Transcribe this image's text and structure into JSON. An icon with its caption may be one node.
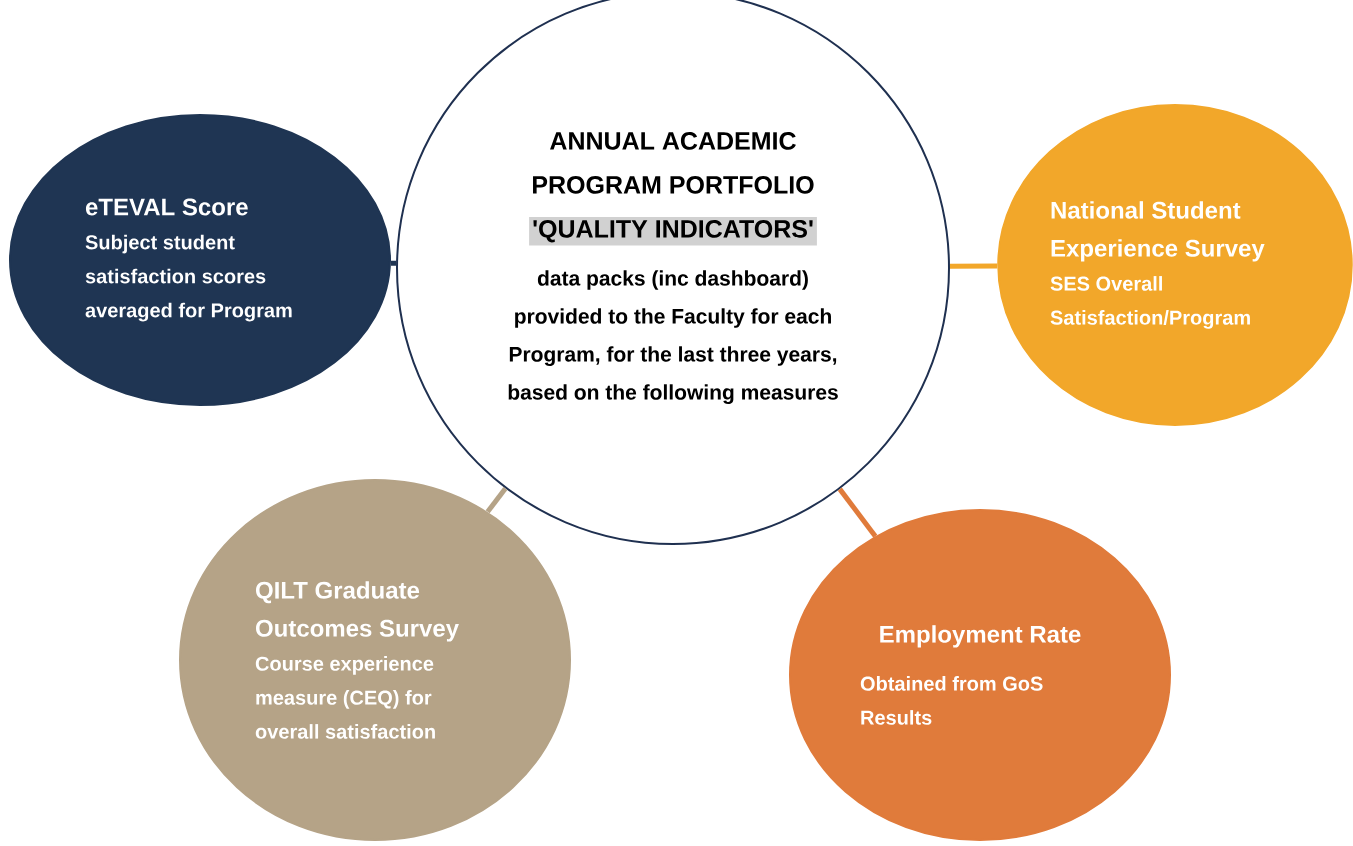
{
  "diagram": {
    "nodes": [
      {
        "text": [
          "ANNUAL ACADEMIC PROGRAM PORTFOLIO",
          "'QUALITY INDICATORS'",
          "data packs (inc dashboard) provided to the Faculty for each Program, for the last three years, based on the following measures"
        ]
      },
      {
        "text": [
          "eTEVAL Score",
          "Subject student satisfaction scores averaged for Program"
        ]
      },
      {
        "text": [
          "National Student Experience Survey",
          "SES Overall Satisfaction/Program"
        ]
      },
      {
        "text": [
          "QILT Graduate Outcomes Survey",
          "Course experience measure (CEQ) for overall satisfaction"
        ]
      },
      {
        "text": [
          "Employment Rate",
          "Obtained from GoS Results"
        ]
      }
    ],
    "edges": [
      {
        "from": 0,
        "to": 1,
        "arrow": "none",
        "color": "#1f3553"
      },
      {
        "from": 0,
        "to": 2,
        "arrow": "none",
        "color": "#f2a72a"
      },
      {
        "from": 0,
        "to": 3,
        "arrow": "none",
        "color": "#b5a387"
      },
      {
        "from": 0,
        "to": 4,
        "arrow": "none",
        "color": "#e07b3b"
      }
    ]
  }
}
